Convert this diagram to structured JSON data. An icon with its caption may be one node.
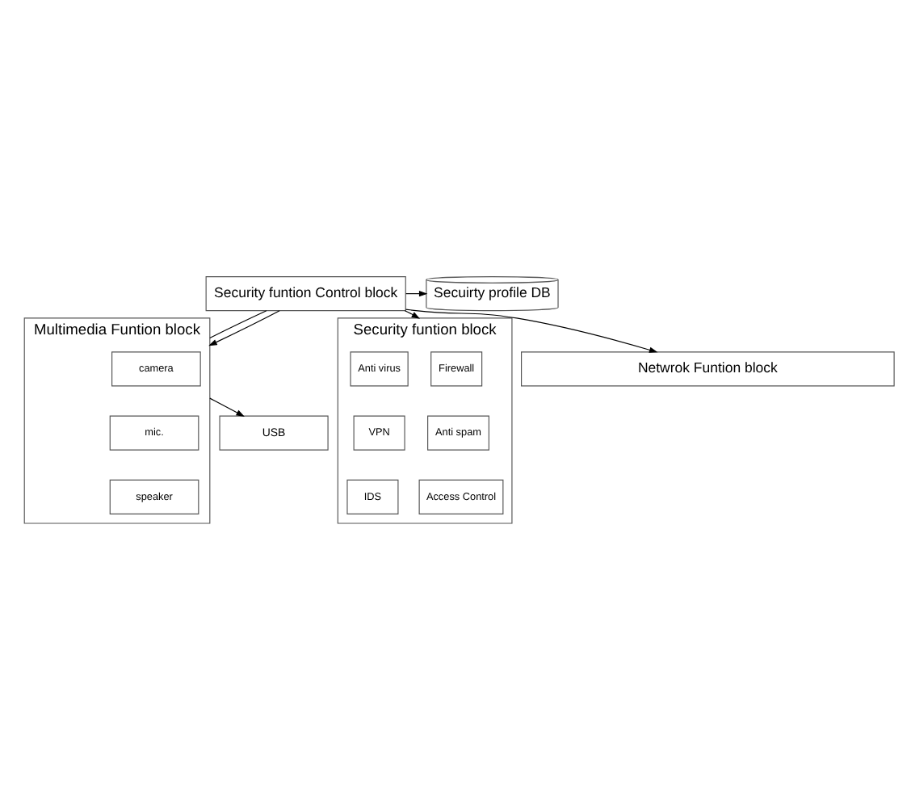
{
  "diagram": {
    "nodes": [
      {
        "text": [
          "Security funtion Control block"
        ]
      },
      {
        "text": [
          "Secuirty profile DB"
        ]
      },
      {
        "text": [
          "Multimedia Funtion block"
        ]
      },
      {
        "text": [
          "camera"
        ],
        "in": 2
      },
      {
        "text": [
          "mic."
        ],
        "in": 2
      },
      {
        "text": [
          "speaker"
        ],
        "in": 2
      },
      {
        "text": [
          "Security funtion block"
        ]
      },
      {
        "text": [
          "Firewall"
        ],
        "in": 6
      },
      {
        "text": [
          "Anti virus"
        ],
        "in": 6
      },
      {
        "text": [
          "Anti spam"
        ],
        "in": 6
      },
      {
        "text": [
          "VPN"
        ],
        "in": 6
      },
      {
        "text": [
          "Access Control"
        ],
        "in": 6
      },
      {
        "text": [
          "IDS"
        ],
        "in": 6
      },
      {
        "text": [
          "USB"
        ]
      },
      {
        "text": [
          "Netwrok Funtion block"
        ]
      }
    ],
    "edges": [
      {
        "from": 0,
        "to": 1,
        "arrow": "to"
      },
      {
        "from": 0,
        "to": 2,
        "arrow": "none"
      },
      {
        "from": 0,
        "to": 2,
        "arrow": "to"
      },
      {
        "from": 0,
        "to": 6,
        "arrow": "to"
      },
      {
        "from": 0,
        "to": 14,
        "arrow": "to"
      },
      {
        "from": 2,
        "to": 13,
        "arrow": "to"
      }
    ]
  }
}
